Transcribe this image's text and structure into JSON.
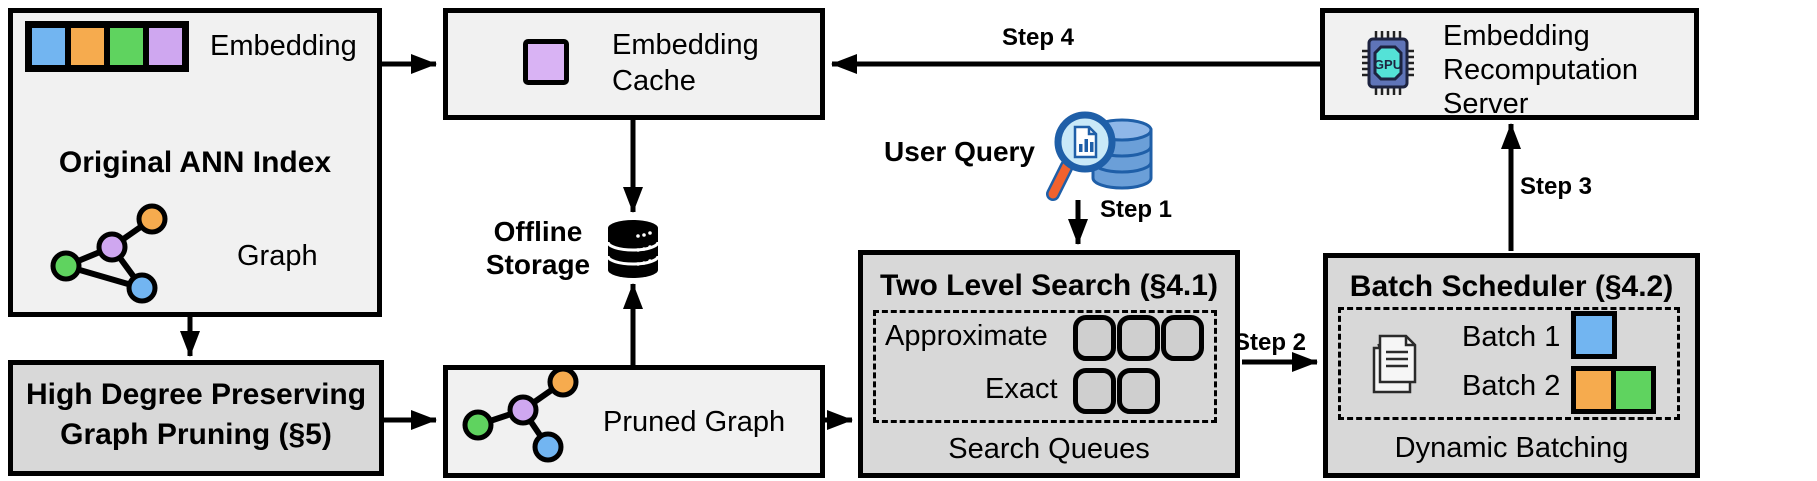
{
  "colors": {
    "blue": "#72b5f1",
    "orange": "#f6ab4e",
    "green": "#5fd35f",
    "purple": "#cfa7f0",
    "purple_light": "#d9b3f4",
    "light_box": "#f1f1f1",
    "dark_box": "#d8d8d8",
    "queue_sq": "#cfcfcf",
    "gpu_body": "#5f74b8",
    "gpu_core": "#54e2d7",
    "gpu_dark": "#1d2340",
    "query_db": "#6b9fd8",
    "query_db_top": "#8fb7e8",
    "query_rim": "#1f5fa8",
    "query_glass": "#c9e9f8",
    "query_handle": "#f2622e"
  },
  "ann_index": {
    "embedding_label": "Embedding",
    "title": "Original ANN Index",
    "graph_label": "Graph"
  },
  "embedding_cache": {
    "label": "Embedding Cache"
  },
  "offline_storage": {
    "label": "Offline Storage"
  },
  "high_degree": {
    "line1": "High Degree Preserving",
    "line2": "Graph Pruning (§5)"
  },
  "pruned_graph": {
    "label": "Pruned Graph"
  },
  "user_query": {
    "label": "User Query"
  },
  "two_level_search": {
    "title": "Two Level Search (§4.1)",
    "approximate_label": "Approximate",
    "exact_label": "Exact",
    "caption": "Search Queues"
  },
  "batch_scheduler": {
    "title": "Batch Scheduler (§4.2)",
    "batch1_label": "Batch 1",
    "batch2_label": "Batch 2",
    "caption": "Dynamic Batching"
  },
  "recomputation_server": {
    "label": "Embedding Recomputation Server",
    "gpu_label": "GPU"
  },
  "steps": {
    "step1": "Step 1",
    "step2": "Step 2",
    "step3": "Step 3",
    "step4": "Step 4"
  }
}
